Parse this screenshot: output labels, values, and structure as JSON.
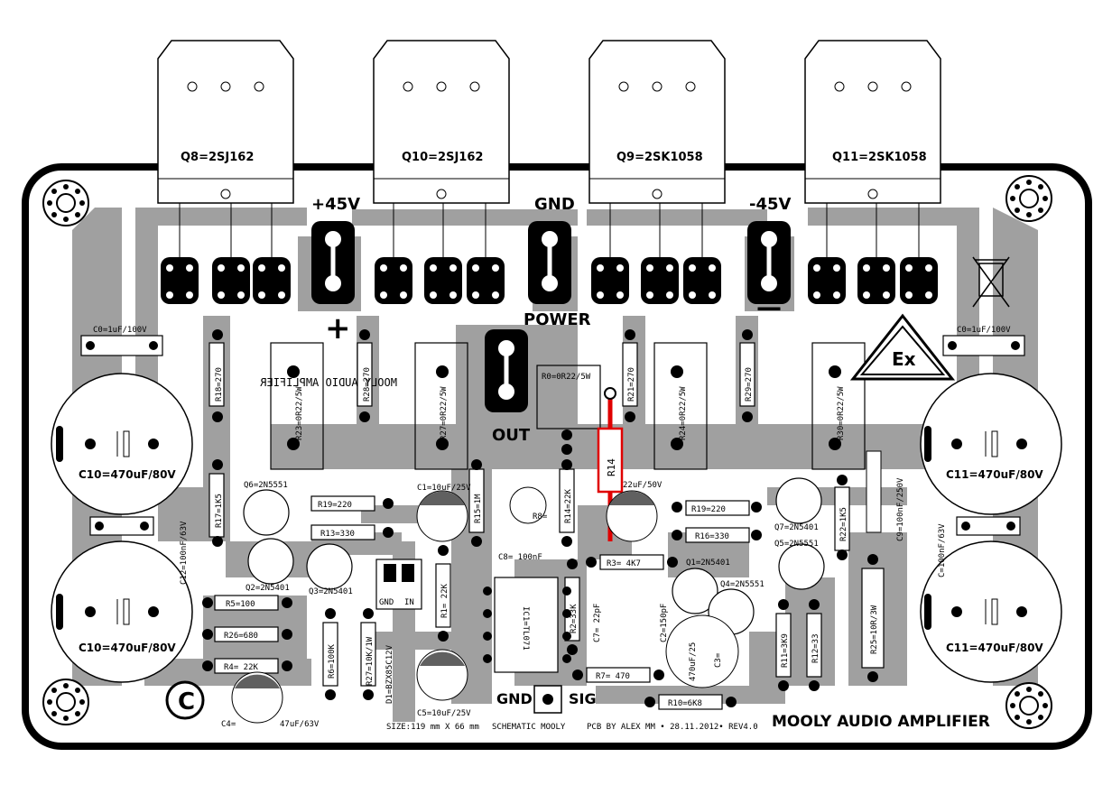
{
  "transistors_top": [
    {
      "label": "Q8=2SJ162"
    },
    {
      "label": "Q10=2SJ162"
    },
    {
      "label": "Q9=2SK1058"
    },
    {
      "label": "Q11=2SK1058"
    }
  ],
  "power_labels": {
    "plus": "+45V",
    "gnd": "GND",
    "minus": "-45V",
    "power": "POWER",
    "out": "OUT",
    "plus_sign": "+",
    "minus_sign": "—",
    "gnd_sig": "GND",
    "sig": "SIG"
  },
  "resistors": [
    {
      "label": "R18=270"
    },
    {
      "label": "R28=270"
    },
    {
      "label": "R23=0R22/5W"
    },
    {
      "label": "R27=0R22/5W"
    },
    {
      "label": "R0=0R22/5W"
    },
    {
      "label": "R21=270"
    },
    {
      "label": "R24=0R22/5W"
    },
    {
      "label": "R29=270"
    },
    {
      "label": "R30=0R22/5W"
    },
    {
      "label": "R14"
    },
    {
      "label": "R17=1K5"
    },
    {
      "label": "R19=220"
    },
    {
      "label": "R13=330"
    },
    {
      "label": "R15=1M"
    },
    {
      "label": "R14=22K"
    },
    {
      "label": "R8="
    },
    {
      "label": "R19=220"
    },
    {
      "label": "R16=330"
    },
    {
      "label": "R22=1K5"
    },
    {
      "label": "R3= 4K7"
    },
    {
      "label": "R5=100"
    },
    {
      "label": "R26=680"
    },
    {
      "label": "R4= 22K"
    },
    {
      "label": "R6=100K"
    },
    {
      "label": "R27=10K/1W"
    },
    {
      "label": "R1= 22K"
    },
    {
      "label": "R2=33K"
    },
    {
      "label": "R7= 470"
    },
    {
      "label": "R10=6K8"
    },
    {
      "label": "R11=3K9"
    },
    {
      "label": "R12=33"
    },
    {
      "label": "R25=10R/3W"
    }
  ],
  "capacitors": [
    {
      "label": "C0=1uF/100V"
    },
    {
      "label": "C0=1uF/100V"
    },
    {
      "label": "C10=470uF/80V"
    },
    {
      "label": "C10=470uF/80V"
    },
    {
      "label": "C11=470uF/80V"
    },
    {
      "label": "C11=470uF/80V"
    },
    {
      "label": "C12=100nF/63V"
    },
    {
      "label": "C=100nF/63V"
    },
    {
      "label": "C9=100nF/250V"
    },
    {
      "label": "C1=10uF/25V"
    },
    {
      "label": "22uF/50V"
    },
    {
      "label": "C8= 100nF"
    },
    {
      "label": "C7= 22pF"
    },
    {
      "label": "C2=150pF"
    },
    {
      "label": "470uF/25"
    },
    {
      "label": "C3="
    },
    {
      "label": "C5=10uF/25V"
    },
    {
      "label": "C4="
    },
    {
      "label": "47uF/63V"
    }
  ],
  "small_parts": [
    {
      "label": "Q6=2N5551"
    },
    {
      "label": "Q2=2N5401"
    },
    {
      "label": "Q3=2N5401"
    },
    {
      "label": "Q7=2N5401"
    },
    {
      "label": "Q5=2N5551"
    },
    {
      "label": "Q1=2N5401"
    },
    {
      "label": "Q4=2N5551"
    },
    {
      "label": "IC1=TL071"
    },
    {
      "label": "D1=BZX85C12V"
    }
  ],
  "connectors": {
    "gnd_in": "GND",
    "in": "IN"
  },
  "mirrored_text": "MOOLY AUDIO AMPLIFIER",
  "footer": {
    "size": "SIZE:119 mm X 66 mm",
    "schematic": "SCHEMATIC MOOLY",
    "pcb": "PCB BY ALEX MM • 28.11.2012• REV4.0",
    "title": "MOOLY AUDIO AMPLIFIER",
    "copyright": "C"
  },
  "colors": {
    "copper": "#a0a0a0",
    "ink": "#000000",
    "highlight": "#e00000",
    "board": "#ffffff"
  }
}
